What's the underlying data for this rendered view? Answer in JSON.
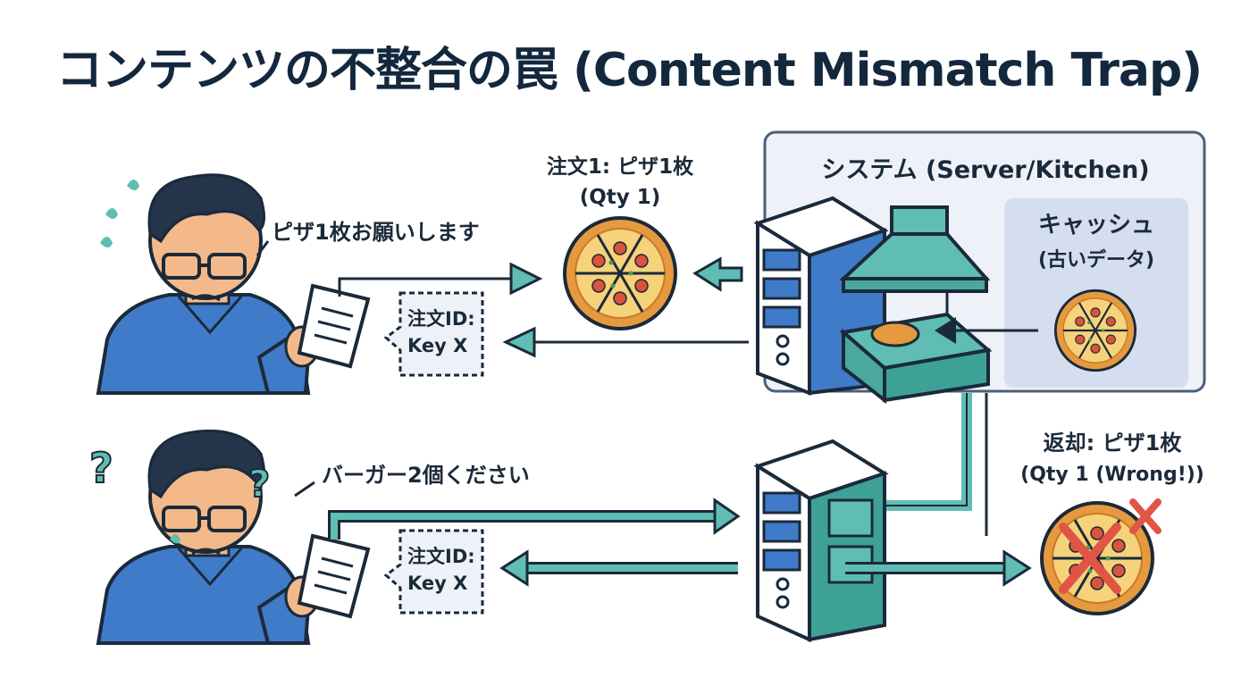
{
  "title": "コンテンツの不整合の罠 (Content Mismatch Trap)",
  "top": {
    "speech": "ピザ1枚お願いします",
    "order_line1": "注文1: ピザ1枚",
    "order_line2": "(Qty 1)",
    "ticket_line1": "注文ID:",
    "ticket_line2": "Key X"
  },
  "system": {
    "label": "システム (Server/Kitchen)",
    "cache_line1": "キャッシュ",
    "cache_line2": "(古いデータ)"
  },
  "bottom": {
    "speech": "バーガー2個ください",
    "ticket_line1": "注文ID:",
    "ticket_line2": "Key X",
    "return_line1": "返却: ピザ1枚",
    "return_line2": "(Qty 1 (Wrong!))"
  },
  "colors": {
    "navy": "#13273d",
    "teal": "#5fbdb3",
    "blue": "#3f7bc9",
    "pizza": "#e59a3f",
    "panel": "#eef2f8",
    "error": "#e05546"
  }
}
